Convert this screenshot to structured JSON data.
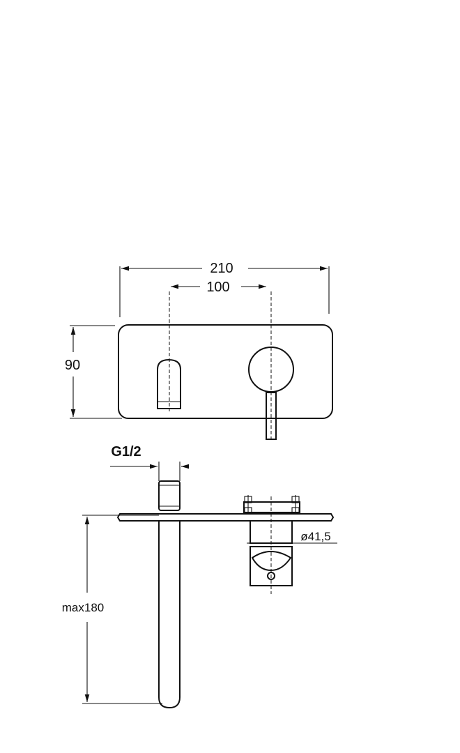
{
  "dimensions": {
    "width": "210",
    "spacing": "100",
    "height": "90",
    "thread": "G1/2",
    "diameter": "ø41,5",
    "projection": "max180"
  },
  "colors": {
    "line": "#111111",
    "background": "#ffffff"
  }
}
